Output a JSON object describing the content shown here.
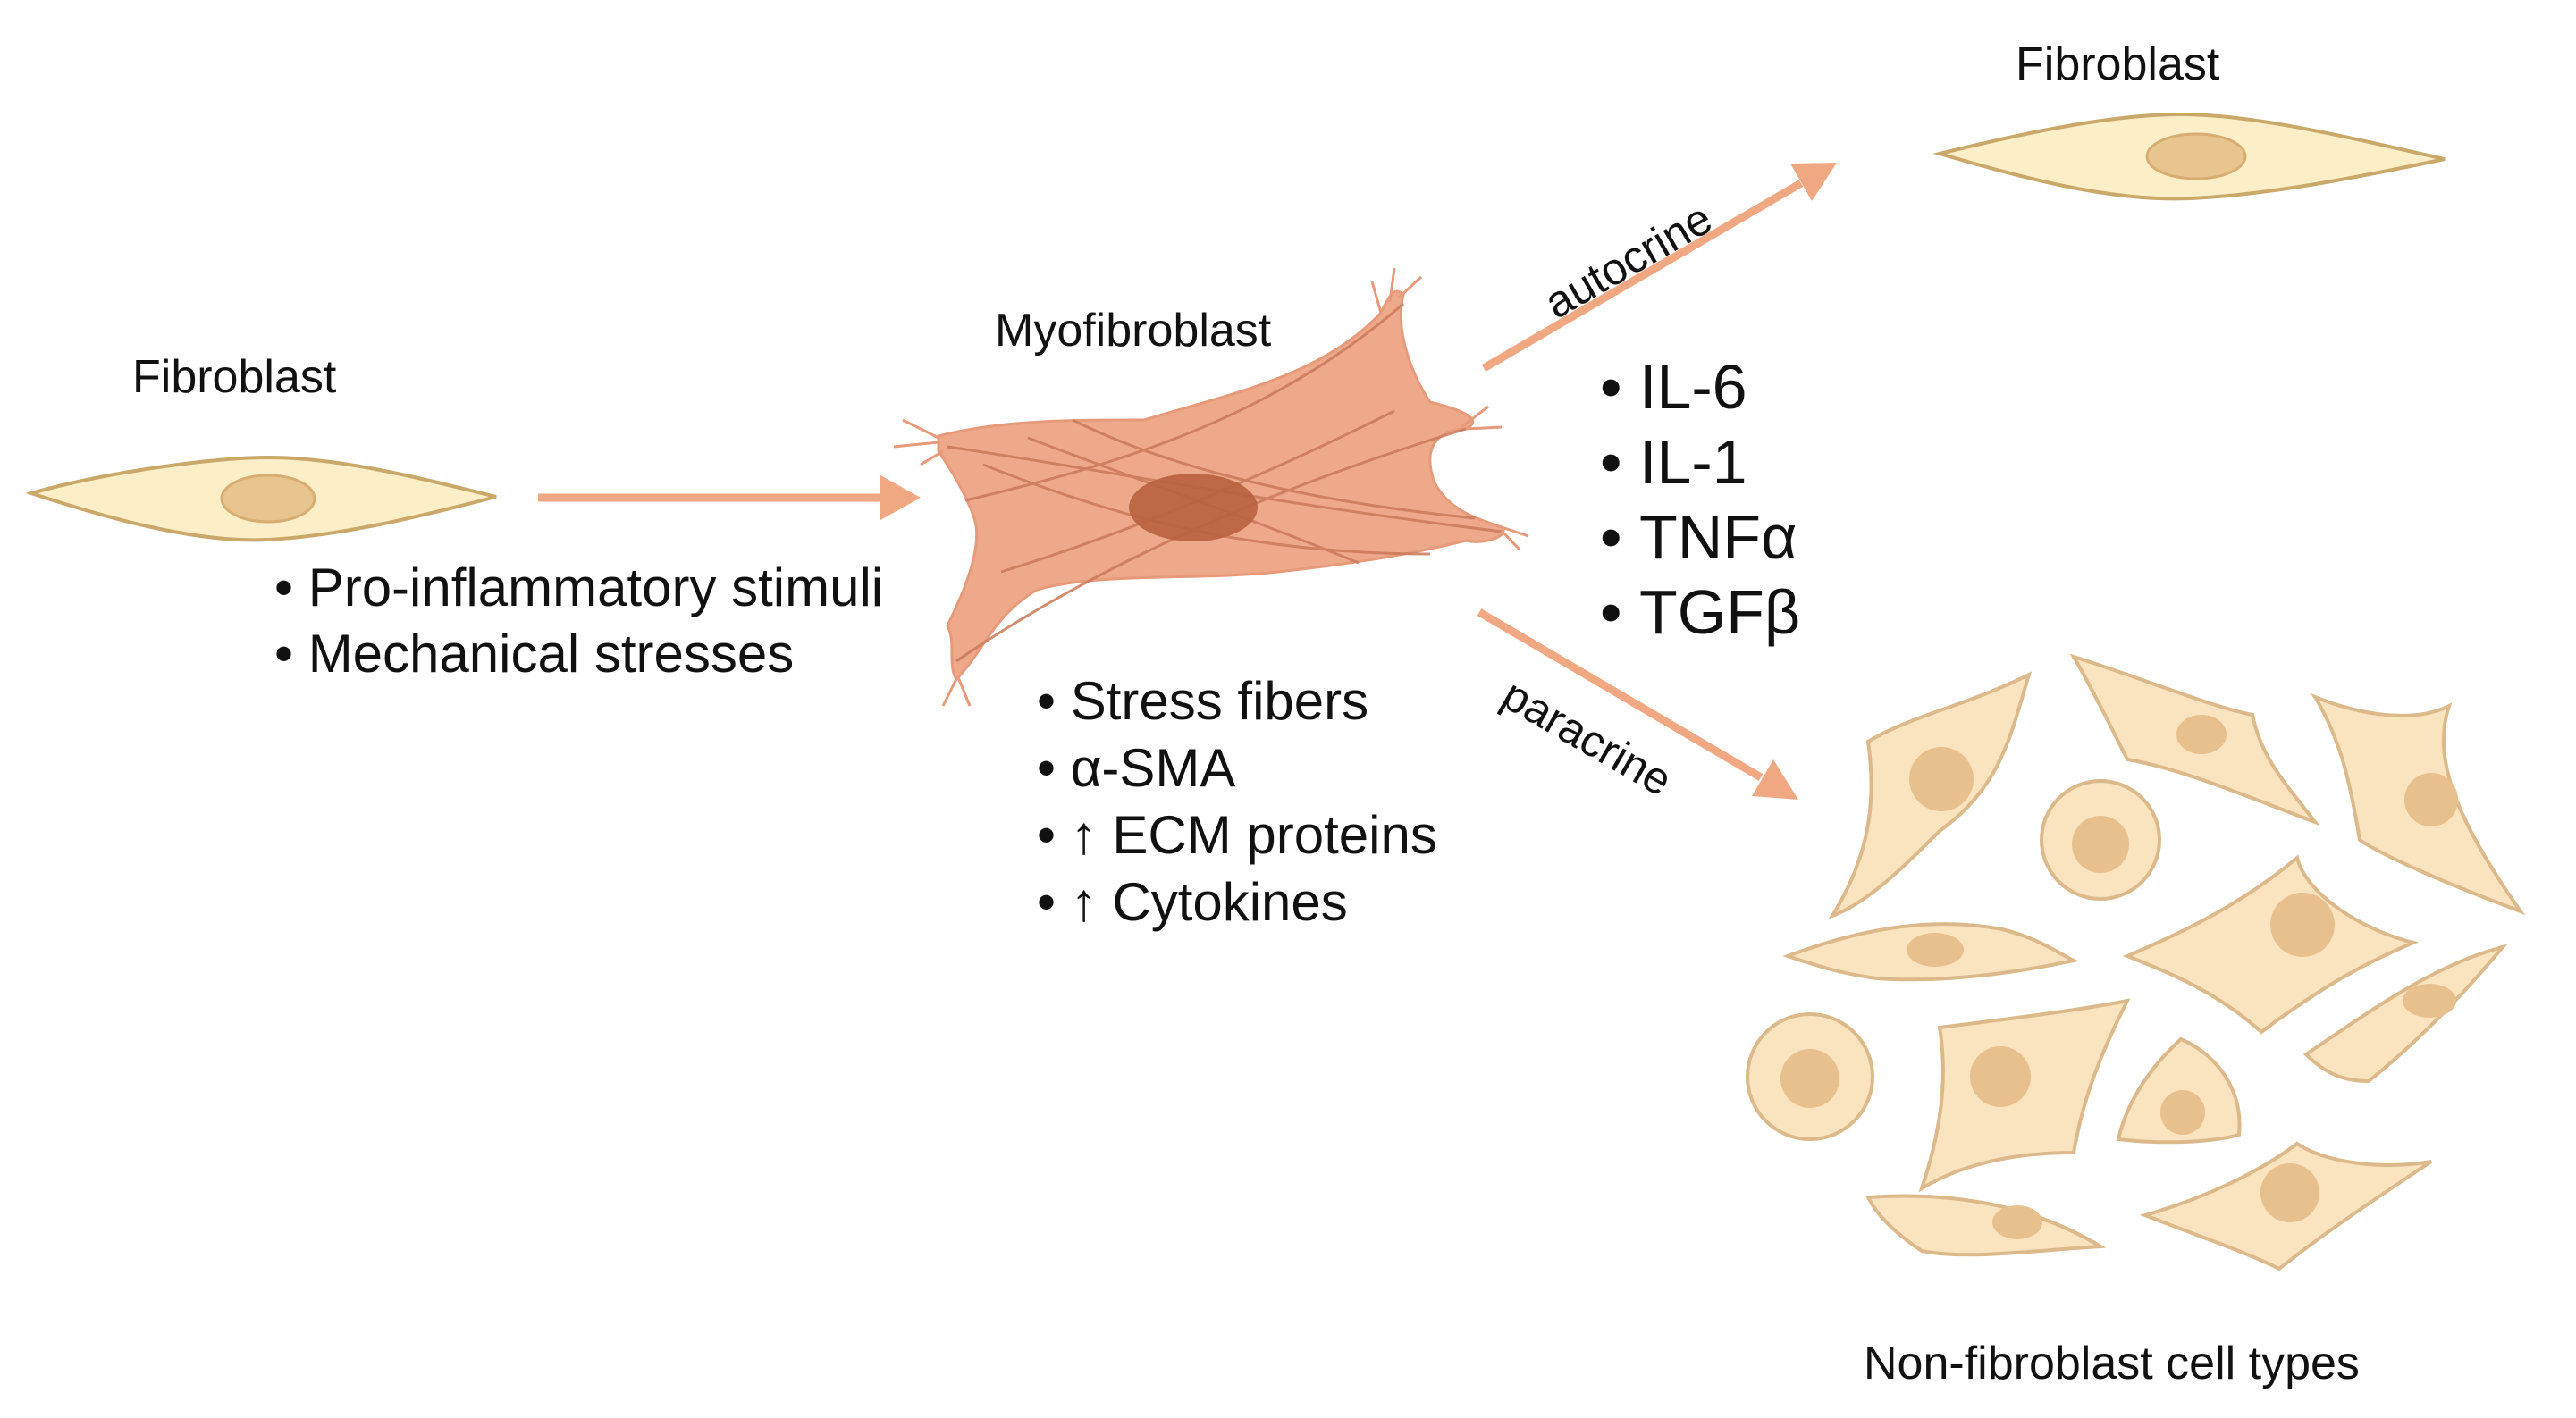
{
  "labels": {
    "fibroblast_left": "Fibroblast",
    "myofibroblast": "Myofibroblast",
    "fibroblast_right": "Fibroblast",
    "non_fibroblast": "Non-fibroblast cell types",
    "autocrine": "autocrine",
    "paracrine": "paracrine"
  },
  "stimuli": [
    "Pro-inflammatory stimuli",
    "Mechanical stresses"
  ],
  "myofibroblast_features": [
    "Stress fibers",
    "α-SMA",
    "↑ ECM proteins",
    "↑ Cytokines"
  ],
  "cytokines": [
    "IL-6",
    "IL-1",
    "TNFα",
    "TGFβ"
  ],
  "colors": {
    "fibroblast_fill": "#fcefc8",
    "fibroblast_stroke": "#c9a86a",
    "nucleus": "#e8c48e",
    "myofibroblast_fill": "#eea88a",
    "myofibroblast_fiber": "#c97a5a",
    "myofibroblast_nucleus": "#b9613e",
    "arrow": "#f0a882",
    "other_cell_fill": "#fae3bf",
    "other_cell_stroke": "#dcb98a",
    "other_cell_nucleus": "#e8c08e"
  }
}
